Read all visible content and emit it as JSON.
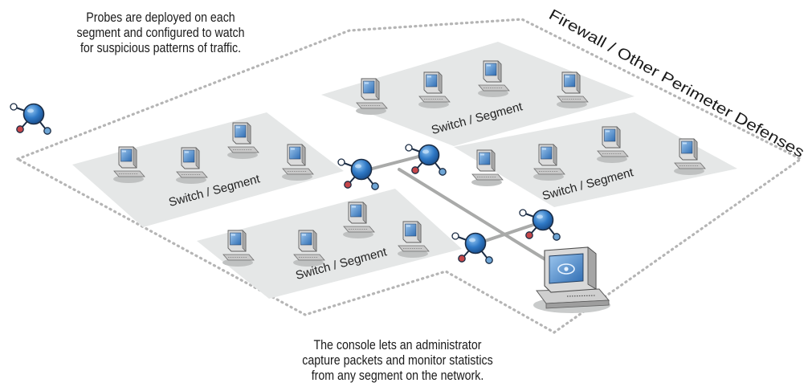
{
  "captions": {
    "probes": [
      "Probes are deployed on each",
      "segment and configured to watch",
      "for suspicious patterns of traffic."
    ],
    "console": [
      "The console lets an administrator",
      "capture packets and monitor statistics",
      "from any segment on the network."
    ]
  },
  "perimeter_label": "Firewall / Other Perimeter Defenses",
  "segments": [
    {
      "label": "Switch / Segment"
    },
    {
      "label": "Switch / Segment"
    },
    {
      "label": "Switch / Segment"
    },
    {
      "label": "Switch / Segment"
    }
  ],
  "colors": {
    "segment_fill": "#e5e7e7",
    "perimeter_dots": "#b5b5b5",
    "network_line": "#a9aaa9",
    "probe_body": "#2f79c6",
    "probe_outline": "#1b2c44",
    "probe_red_node": "#c6464a",
    "probe_blue_node": "#6fa6d6",
    "probe_white_node": "#ffffff",
    "screen_blue": "#4b86c8",
    "computer_body": "#d4d4d4"
  },
  "icons": {
    "workstation": "desktop-computer-icon",
    "probe": "network-probe-icon",
    "console": "console-computer-icon"
  }
}
